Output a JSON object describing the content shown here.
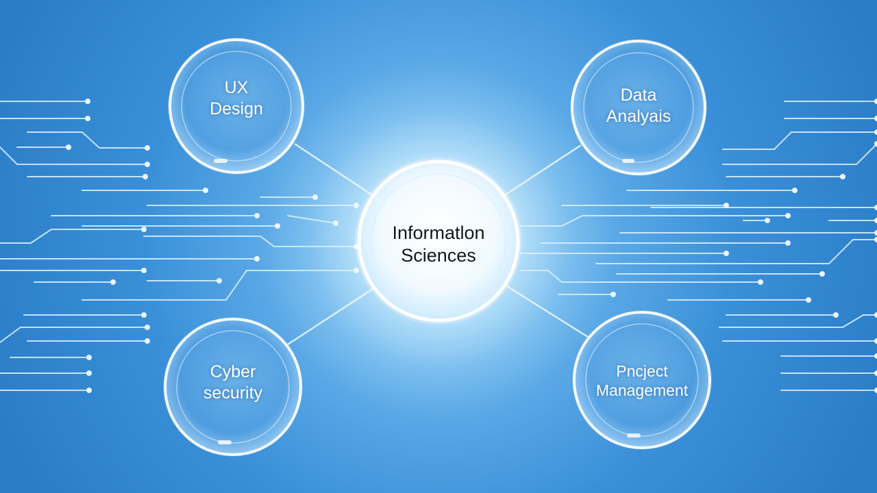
{
  "center": {
    "line1": "Informatlon",
    "line2": "Sciences"
  },
  "nodes": {
    "ux": {
      "line1": "UX",
      "line2": "Design"
    },
    "data": {
      "line1": "Data",
      "line2": "Analyais"
    },
    "cyber": {
      "line1": "Cyber",
      "line2": "security"
    },
    "project": {
      "line1": "Pncject",
      "line2": "Management"
    }
  },
  "colors": {
    "background": "#2f86cf",
    "glow": "#ffffff",
    "circuit_line": "#d6eeff",
    "ring": "#f4fbff"
  }
}
